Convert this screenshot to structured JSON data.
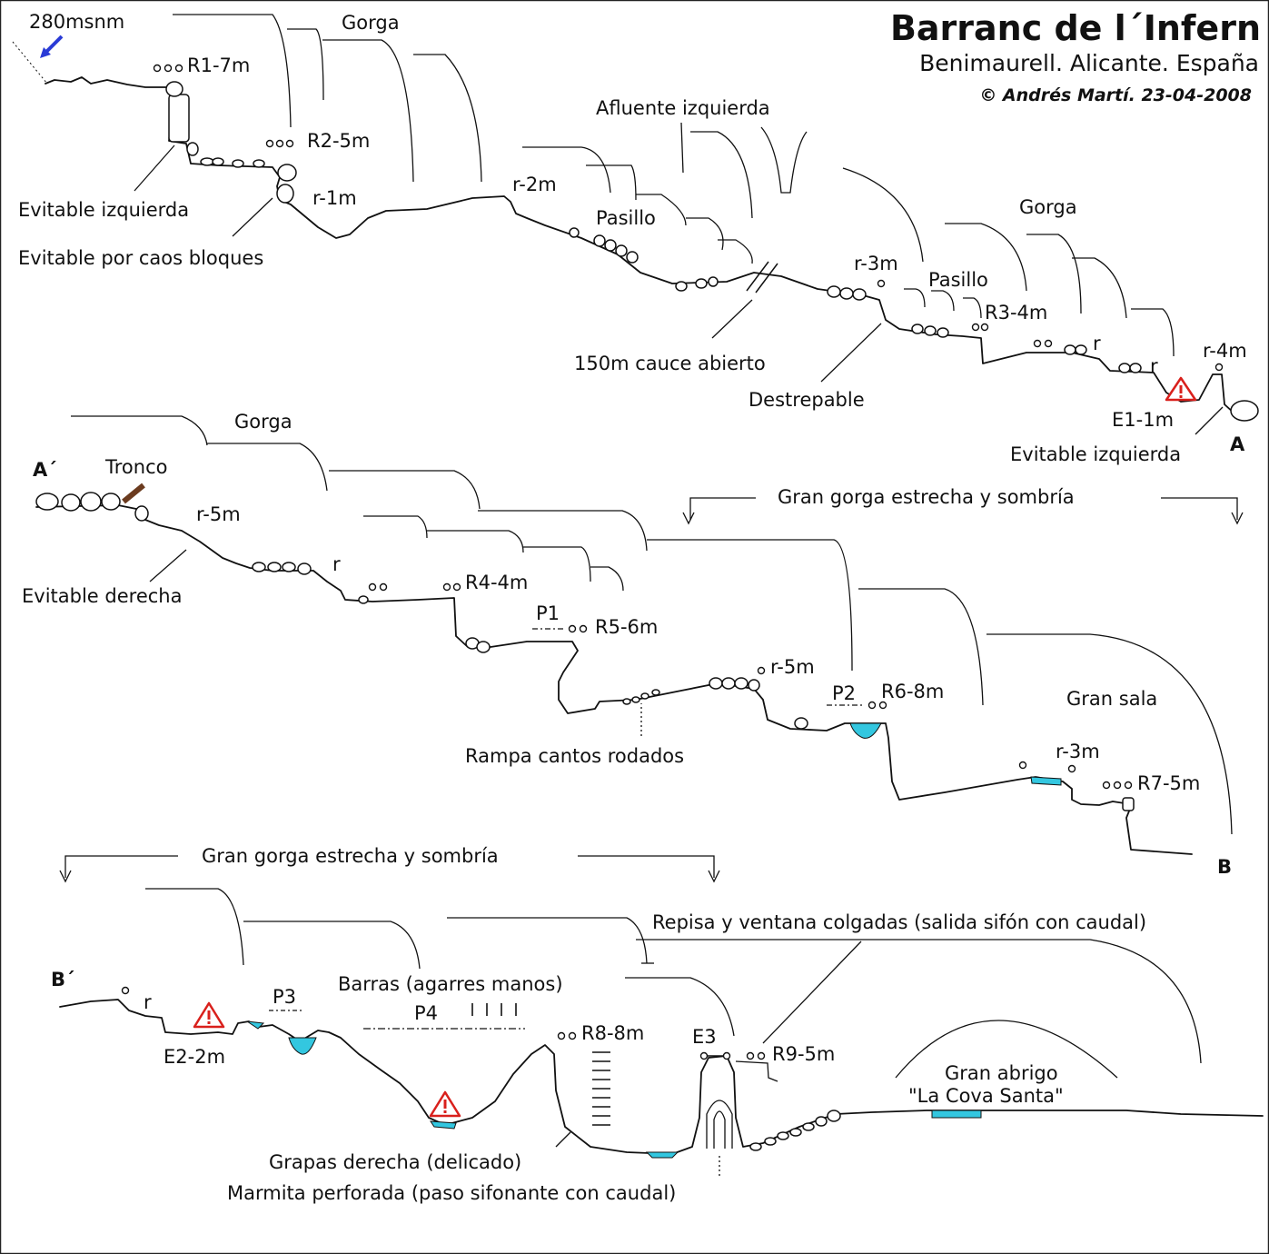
{
  "header": {
    "title": "Barranc de l´Infern",
    "location": "Benimaurell. Alicante. España",
    "credit": "© Andrés Martí. 23-04-2008"
  },
  "section1": {
    "altitude": "280msnm",
    "gorge1": "Gorga",
    "r1": "R1-7m",
    "r2": "R2-5m",
    "r_1m": "r-1m",
    "evitable_izq": "Evitable izquierda",
    "evitable_caos": "Evitable por caos bloques",
    "afluente": "Afluente izquierda",
    "r_2m": "r-2m",
    "pasillo1": "Pasillo",
    "cauce": "150m cauce abierto",
    "r_3m": "r-3m",
    "pasillo2": "Pasillo",
    "gorge2": "Gorga",
    "r3": "R3-4m",
    "r_a": "r",
    "r_b": "r",
    "r_4m": "r-4m",
    "destrepable": "Destrepable",
    "e1": "E1-1m",
    "evitable_izq2": "Evitable izquierda",
    "point_a": "A"
  },
  "section2": {
    "point_a2": "A´",
    "tronco": "Tronco",
    "gorge": "Gorga",
    "r_5m": "r-5m",
    "evitable_der": "Evitable derecha",
    "r": "r",
    "r4": "R4-4m",
    "p1": "P1",
    "r5": "R5-6m",
    "gran_gorga": "Gran gorga estrecha y sombría",
    "r_5m_b": "r-5m",
    "p2": "P2",
    "r6": "R6-8m",
    "rampa": "Rampa cantos rodados",
    "gran_sala": "Gran sala",
    "r_3m": "r-3m",
    "r7": "R7-5m",
    "point_b": "B"
  },
  "section3": {
    "gran_gorga": "Gran gorga estrecha y sombría",
    "repisa": "Repisa y ventana colgadas (salida sifón con caudal)",
    "point_b2": "B´",
    "r": "r",
    "e2": "E2-2m",
    "p3": "P3",
    "barras": "Barras (agarres manos)",
    "p4": "P4",
    "r8": "R8-8m",
    "e3": "E3",
    "r9": "R9-5m",
    "abrigo1": "Gran abrigo",
    "abrigo2": "\"La Cova Santa\"",
    "grapas": "Grapas derecha (delicado)",
    "marmita": "Marmita perforada (paso sifonante con caudal)"
  },
  "colors": {
    "water": "#33c7e0",
    "warning": "#d9201c",
    "arrow": "#2a3bd6",
    "tronco": "#6b3b1f"
  }
}
